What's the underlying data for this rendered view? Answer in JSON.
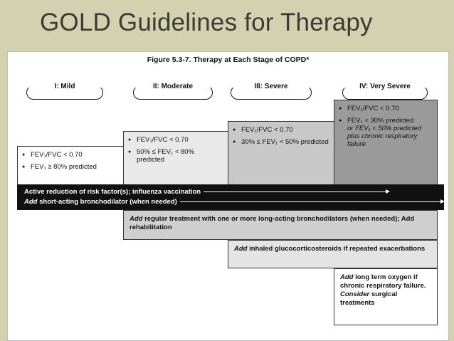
{
  "slide_title": "GOLD Guidelines for Therapy",
  "figure_caption": "Figure 5.3-7.  Therapy at Each Stage of COPD*",
  "stages": [
    {
      "label": "I: Mild"
    },
    {
      "label": "II: Moderate"
    },
    {
      "label": "III: Severe"
    },
    {
      "label": "IV: Very Severe"
    }
  ],
  "criteria": {
    "mild": [
      "FEV₁/FVC < 0.70",
      "FEV₁ ≥ 80% predicted"
    ],
    "moderate": [
      "FEV₁/FVC < 0.70",
      "50% ≤ FEV₁ < 80% predicted"
    ],
    "severe": [
      "FEV₁/FVC < 0.70",
      "30% ≤ FEV₁ < 50% predicted"
    ],
    "very_severe": [
      "FEV₁/FVC < 0.70",
      "FEV₁ < 30% predicted",
      "or FEV₁ < 50% predicted plus chronic respiratory failure"
    ]
  },
  "all_stages_bar": {
    "line1": "Active reduction of risk factor(s); influenza vaccination",
    "line2_em": "Add",
    "line2_rest": "short-acting bronchodilator (when needed)"
  },
  "steps": {
    "moderate": {
      "em": "Add",
      "text": "regular treatment with one or more long-acting bronchodilators (when needed); Add rehabilitation"
    },
    "severe": {
      "em": "Add",
      "text": "inhaled glucocorticosteroids if repeated exacerbations"
    },
    "very_severe": {
      "em": "Add",
      "text": "long term oxygen if chronic respiratory failure.",
      "em2": "Consider",
      "text2": "surgical treatments"
    }
  },
  "colors": {
    "background": "#d2d1b0",
    "mild_box": "#ffffff",
    "moderate_box": "#e9e9e9",
    "severe_box": "#c8c8c8",
    "very_severe_box": "#9a9a9a",
    "bar": "#111111"
  }
}
